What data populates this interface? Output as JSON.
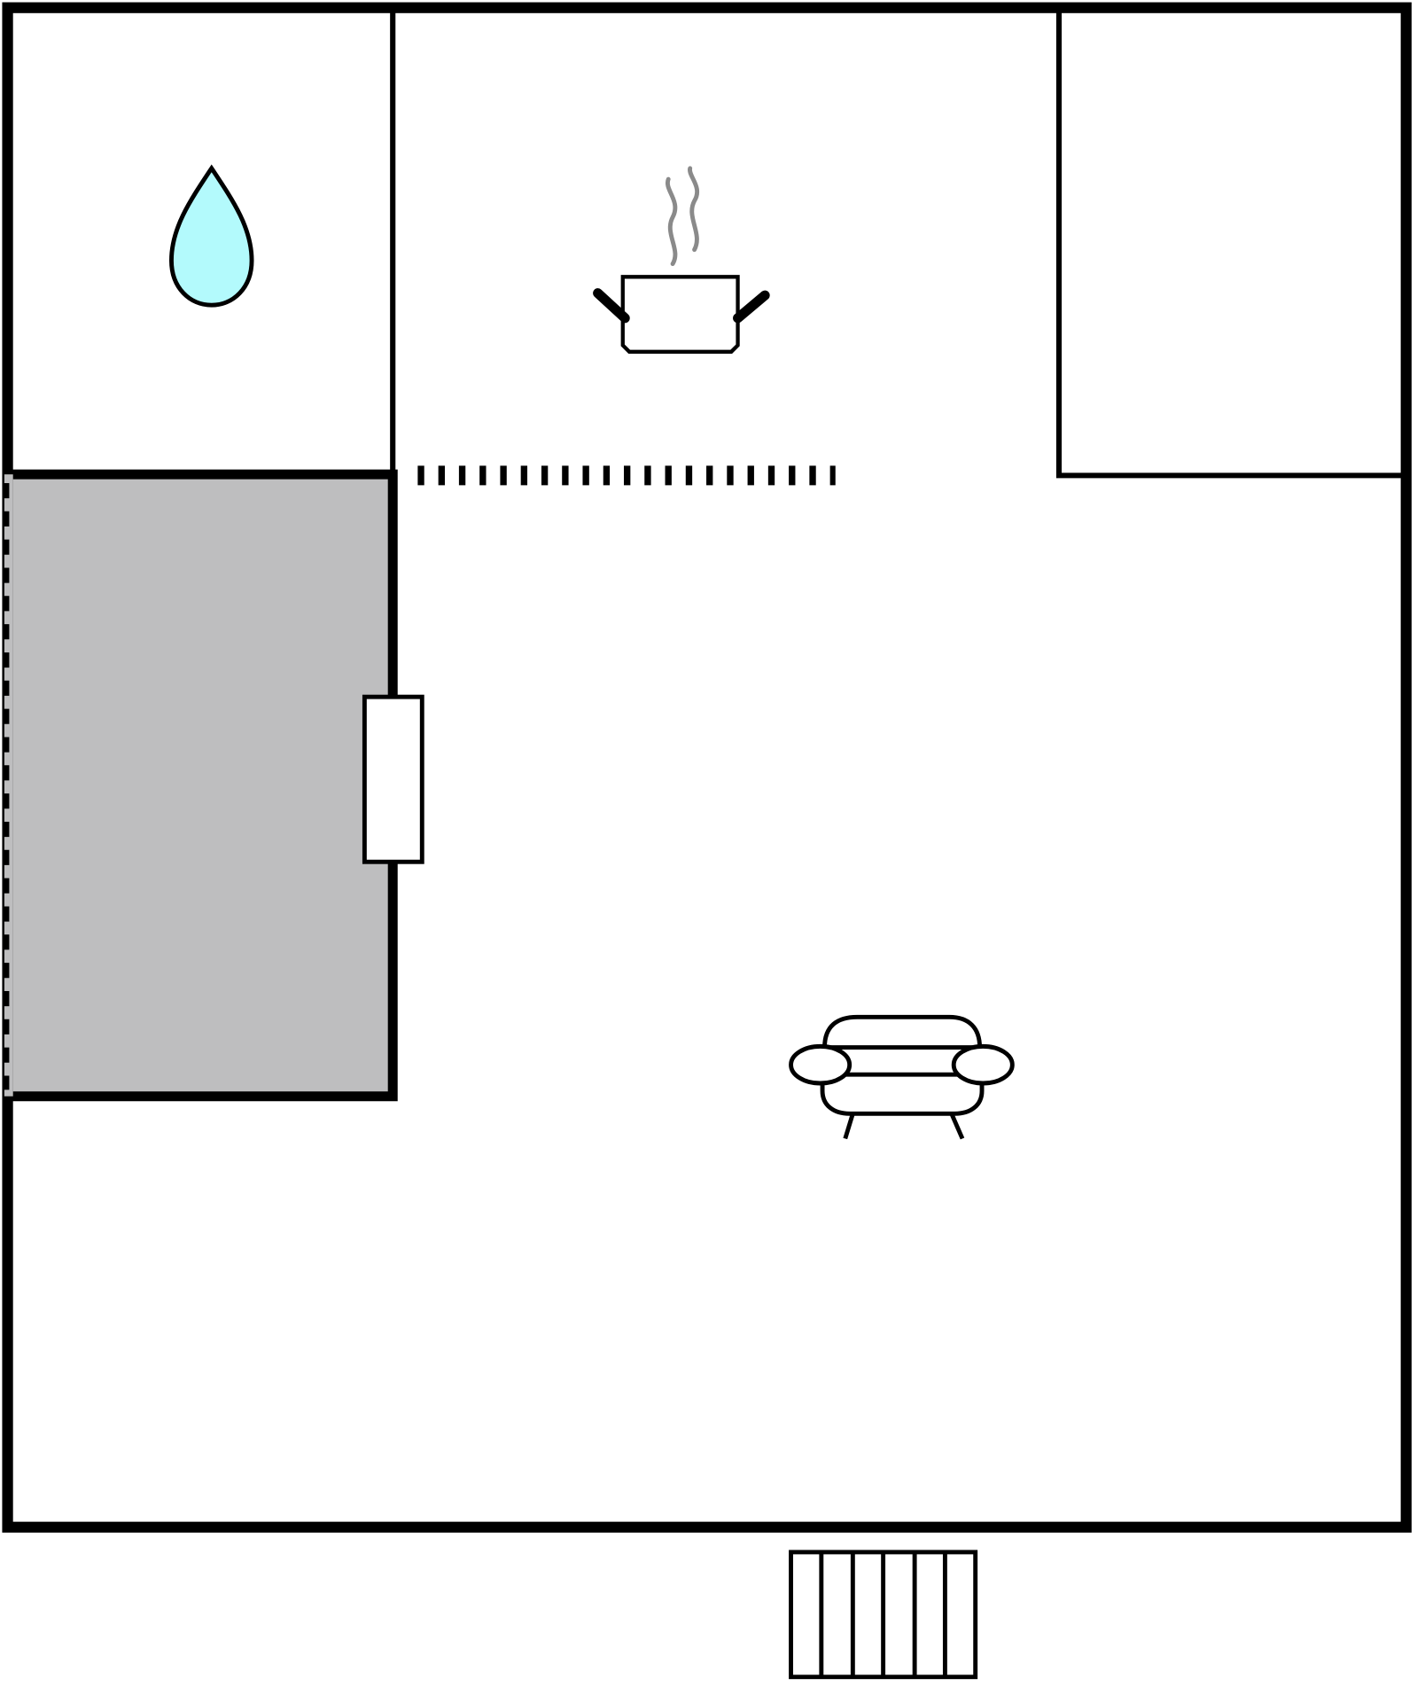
{
  "floorplan": {
    "rooms": [
      {
        "id": "bathroom",
        "icon": "water-drop-icon"
      },
      {
        "id": "kitchen",
        "icon": "cooking-pot-icon"
      },
      {
        "id": "top-right-room"
      },
      {
        "id": "shaded-room"
      },
      {
        "id": "living-room",
        "icon": "sofa-icon"
      }
    ],
    "stairs": {
      "icon": "stairs-icon",
      "steps": 6
    },
    "colors": {
      "wall": "#000000",
      "shaded_room_fill": "#bebebf",
      "water_drop_fill": "#b3fafc",
      "steam": "#8a8a8a",
      "background": "#ffffff"
    }
  }
}
